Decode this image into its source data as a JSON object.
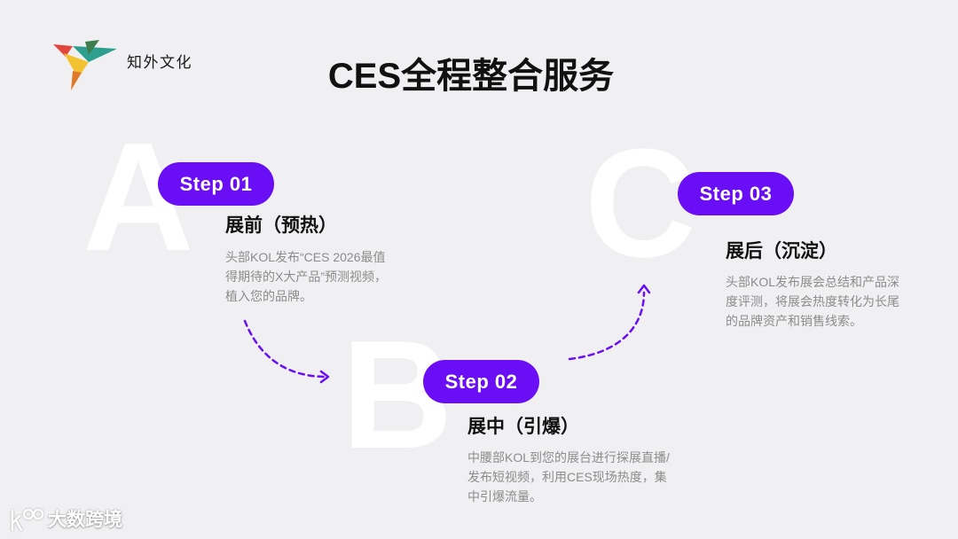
{
  "brand": {
    "name": "知外文化",
    "logo_icon": "origami-bird-logo"
  },
  "title": "CES全程整合服务",
  "steps": [
    {
      "letter": "A",
      "badge": "Step 01",
      "heading": "展前（预热）",
      "desc_lines": [
        "头部KOL发布“CES 2026最值",
        "得期待的X大产品”预测视频，",
        "植入您的品牌。"
      ]
    },
    {
      "letter": "B",
      "badge": "Step 02",
      "heading": "展中（引爆）",
      "desc_lines": [
        "中腰部KOL到您的展台进行探展直播/",
        "发布短视频，利用CES现场热度，集",
        "中引爆流量。"
      ]
    },
    {
      "letter": "C",
      "badge": "Step 03",
      "heading": "展后（沉淀）",
      "desc_lines": [
        "头部KOL发布展会总结和产品深",
        "度评测，将展会热度转化为长尾",
        "的品牌资产和销售线索。"
      ]
    }
  ],
  "connectors": {
    "style": "dashed-curved-arrow"
  },
  "watermark": {
    "text": "大数跨境",
    "icon": "dashu-logo-icon"
  },
  "colors": {
    "background": "#f0f0f2",
    "accent": "#6a0ef5",
    "big_letter": "#ffffff",
    "heading": "#111111",
    "description": "#8c8c8c"
  }
}
